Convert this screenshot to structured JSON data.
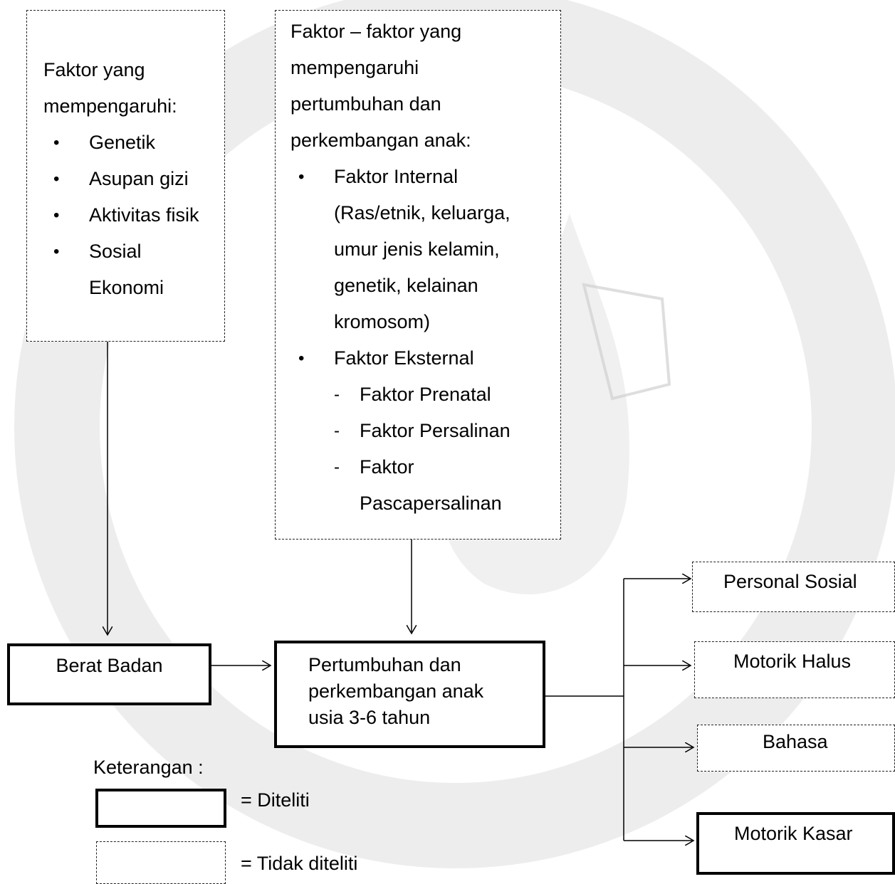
{
  "left_box": {
    "heading": "Faktor yang mempengaruhi:",
    "items": [
      "Genetik",
      "Asupan gizi",
      "Aktivitas fisik",
      "Sosial Ekonomi"
    ]
  },
  "middle_box": {
    "heading": "Faktor – faktor yang mempengaruhi pertumbuhan dan perkembangan anak:",
    "internal_title": "Faktor Internal",
    "internal_detail": "(Ras/etnik, keluarga, umur jenis kelamin, genetik, kelainan kromosom)",
    "external_title": "Faktor Eksternal",
    "external_items": [
      "Faktor Prenatal",
      "Faktor Persalinan",
      "Faktor Pascapersalinan"
    ]
  },
  "berat_badan": "Berat Badan",
  "pertumbuhan": "Pertumbuhan dan perkembangan anak usia 3-6 tahun",
  "outcomes": [
    "Personal Sosial",
    "Motorik Halus",
    "Bahasa",
    "Motorik Kasar"
  ],
  "legend": {
    "title": "Keterangan :",
    "solid_label": "= Diteliti",
    "dashed_label": "= Tidak diteliti"
  }
}
